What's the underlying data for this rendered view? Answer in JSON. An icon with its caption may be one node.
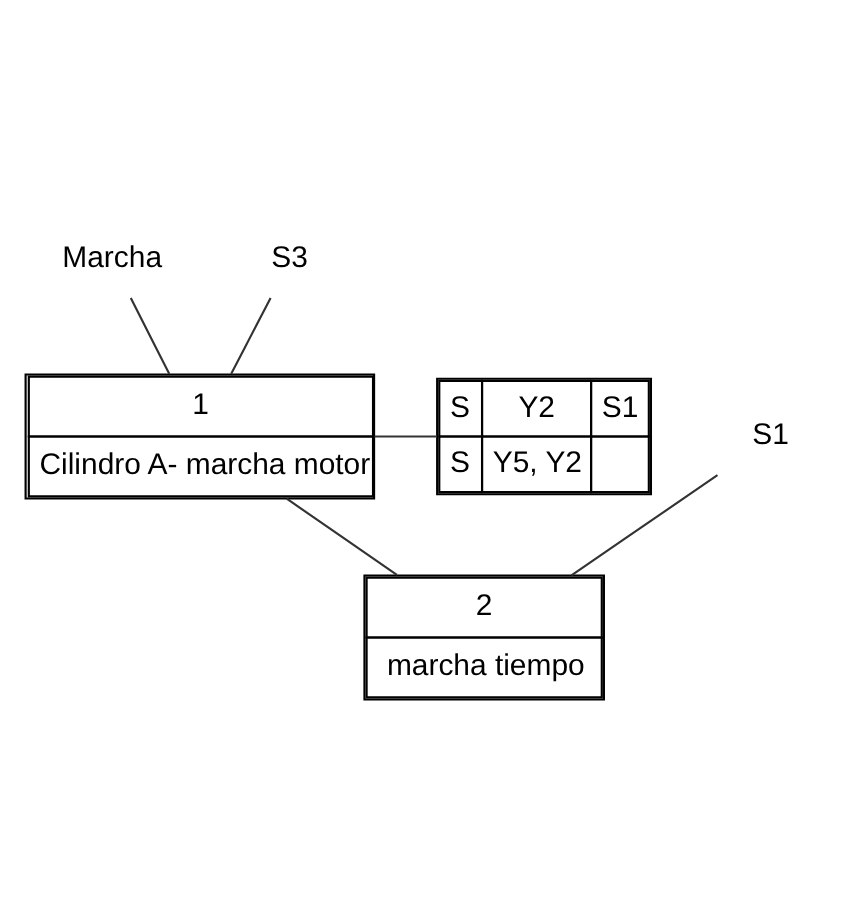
{
  "diagram": {
    "nodes": [
      {
        "text": [
          "Marcha"
        ]
      },
      {
        "text": [
          "S3"
        ]
      },
      {
        "text": [
          "1",
          "Cilindro A- marcha motor"
        ]
      },
      {
        "text": [
          "S",
          "Y2",
          "S1",
          "S",
          "Y5, Y2"
        ]
      },
      {
        "text": [
          "S1"
        ]
      },
      {
        "text": [
          "2",
          "marcha tiempo"
        ]
      }
    ],
    "edges": [
      {
        "from": 0,
        "to": 2,
        "arrow": "none"
      },
      {
        "from": 1,
        "to": 2,
        "arrow": "none"
      },
      {
        "from": 2,
        "to": 3,
        "arrow": "none"
      },
      {
        "from": 2,
        "to": 5,
        "arrow": "none"
      },
      {
        "from": 4,
        "to": 5,
        "arrow": "none"
      }
    ]
  }
}
